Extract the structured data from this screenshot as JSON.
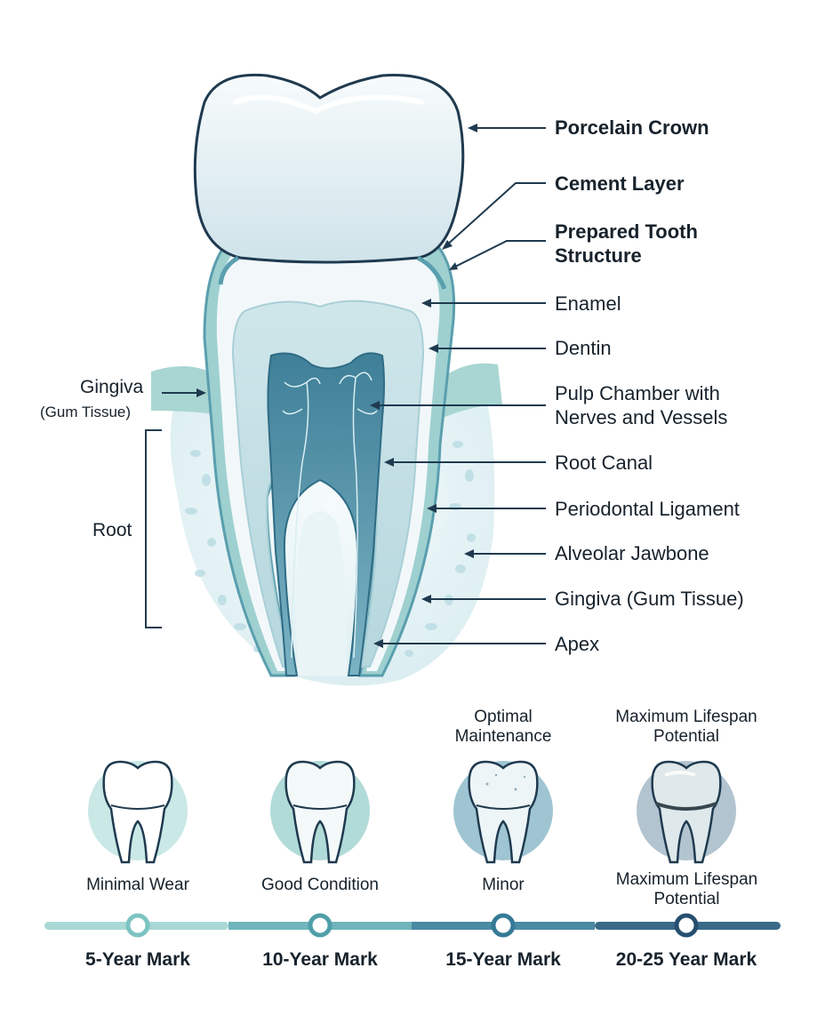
{
  "colors": {
    "crown_fill": "#e6f1f5",
    "dentin": "#cfe6ea",
    "pulp": "#5e98ae",
    "gum": "#b9dedb",
    "bone": "#eef6f8",
    "line": "#1f3a4f",
    "timeline": [
      "#a8d8d5",
      "#6fb5bb",
      "#4a8aa3",
      "#3a6a88"
    ]
  },
  "labels": {
    "porcelain_crown": "Porcelain Crown",
    "cement_layer": "Cement Layer",
    "prepared_tooth": [
      "Prepared Tooth",
      "Structure"
    ],
    "enamel": "Enamel",
    "dentin": "Dentin",
    "pulp_chamber": [
      "Pulp Chamber with",
      "Nerves and Vessels"
    ],
    "root_canal": "Root Canal",
    "periodontal_ligament": "Periodontal Ligament",
    "alveolar_jawbone": "Alveolar Jawbone",
    "gingiva_right": "Gingiva (Gum Tissue)",
    "apex": "Apex",
    "gingiva_left": [
      "Gingiva",
      "(Gum Tissue)"
    ],
    "root_left": "Root"
  },
  "timeline": {
    "stages": [
      {
        "top_label": "",
        "caption": "Minimal Wear",
        "mark": "5-Year Mark",
        "icon": "clean-molar-icon"
      },
      {
        "top_label": "",
        "caption": "Good Condition",
        "mark": "10-Year Mark",
        "icon": "molar-icon"
      },
      {
        "top_label": "Optimal Maintenance",
        "caption": "Minor",
        "mark": "15-Year Mark",
        "icon": "speckled-molar-icon"
      },
      {
        "top_label": "Maximum Lifespan Potential",
        "caption": "Maximum Lifespan Potential",
        "mark": "20-25 Year Mark",
        "icon": "worn-molar-icon"
      }
    ]
  }
}
